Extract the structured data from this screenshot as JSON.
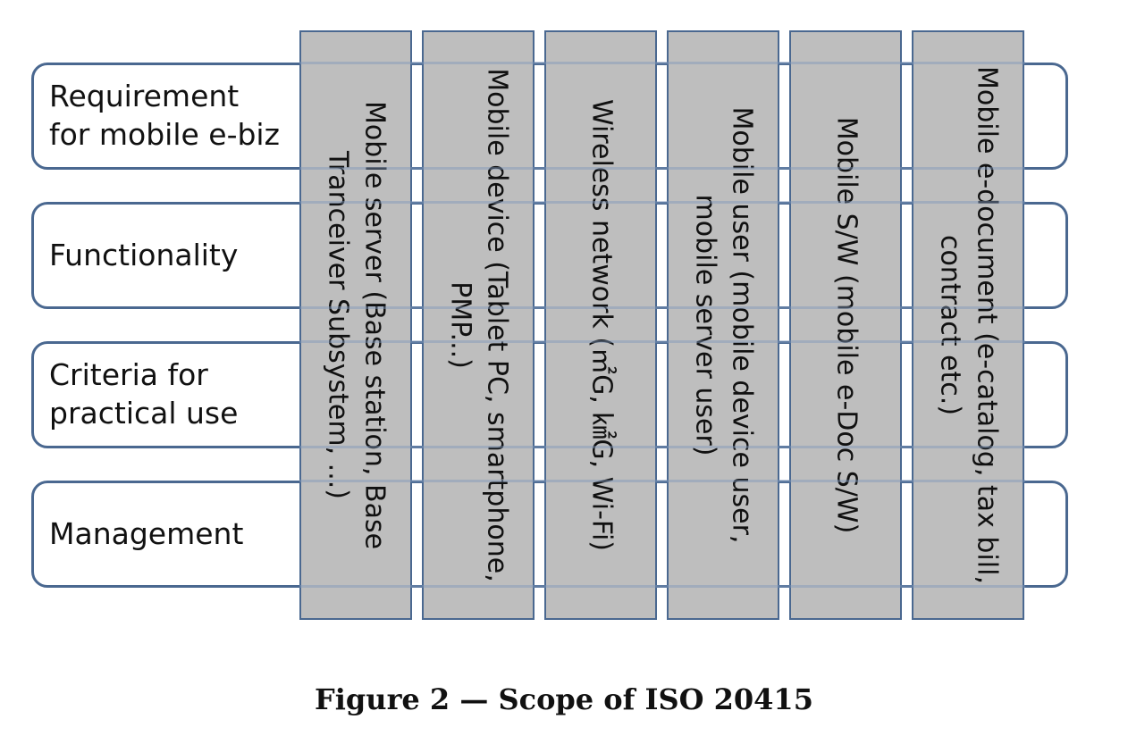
{
  "rows": [
    {
      "label": "Requirement\nfor mobile e-biz"
    },
    {
      "label": "Functionality"
    },
    {
      "label": "Criteria for\npractical use"
    },
    {
      "label": "Management"
    }
  ],
  "columns": [
    {
      "label": "Mobile server (Base station, Base\nTranceiver Subsystem, ...)"
    },
    {
      "label": "Mobile device (Tablet PC, smartphone,\nPMP...)"
    },
    {
      "label": "Wireless network (㎡G, ㎢G, Wi-Fi)"
    },
    {
      "label": "Mobile user (mobile device user,\nmobile server user)"
    },
    {
      "label": "Mobile S/W (mobile e-Doc S/W)"
    },
    {
      "label": "Mobile e-document (e-catalog, tax bill,\ncontract etc.)"
    }
  ],
  "caption": "Figure 2 — Scope of ISO 20415",
  "colors": {
    "border": "#4a6890",
    "column_fill": "#bebebe"
  }
}
